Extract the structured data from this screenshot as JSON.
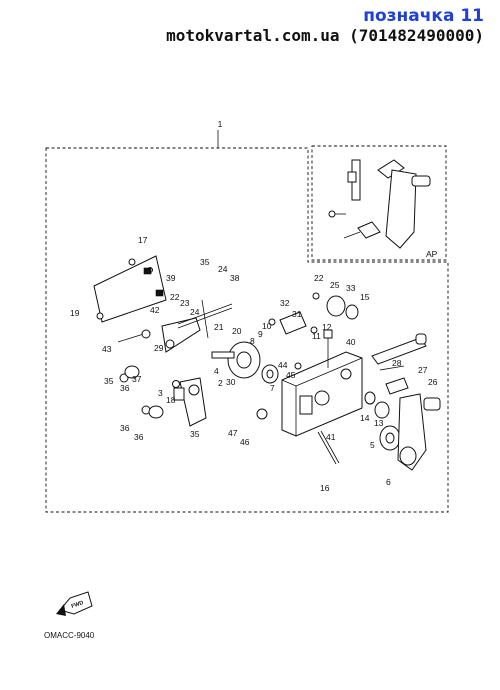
{
  "header": {
    "title": "позначка 11",
    "site": "motokvartal.com.ua (701482490000)"
  },
  "diagram": {
    "catalog_code": "OMACC-9040",
    "fwd_label": "FWD",
    "inset_label": "AP",
    "callouts": [
      "1",
      "2",
      "3",
      "4",
      "5",
      "6",
      "7",
      "8",
      "9",
      "10",
      "11",
      "12",
      "13",
      "14",
      "15",
      "16",
      "17",
      "18",
      "19",
      "20",
      "21",
      "22",
      "22",
      "23",
      "24",
      "24",
      "25",
      "26",
      "27",
      "28",
      "29",
      "30",
      "31",
      "32",
      "33",
      "35",
      "35",
      "35",
      "36",
      "36",
      "36",
      "37",
      "38",
      "39",
      "40",
      "41",
      "42",
      "43",
      "44",
      "45",
      "46",
      "47"
    ]
  }
}
